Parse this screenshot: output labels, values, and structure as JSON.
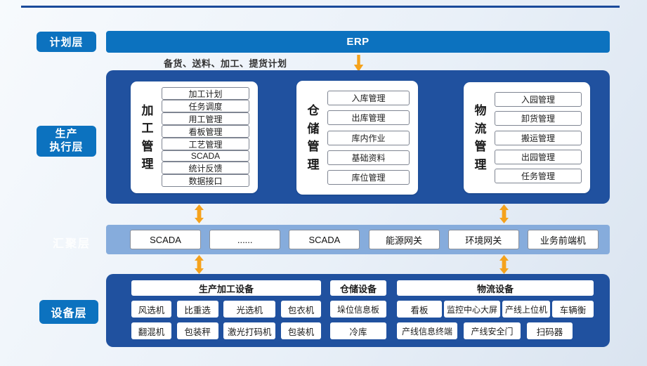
{
  "colors": {
    "accent_blue": "#0C72BF",
    "dark_blue": "#20519F",
    "strip_blue": "#86ACDC",
    "arrow_orange": "#F5A21C",
    "rule_blue": "#1A4A9A"
  },
  "layers": {
    "planning": {
      "label": "计划层",
      "erp_label": "ERP",
      "plan_text": "备货、送料、加工、提货计划"
    },
    "mes": {
      "label_line1": "生产",
      "label_line2": "执行层",
      "cards": [
        {
          "title": "加工管理",
          "items": [
            "加工计划",
            "任务调度",
            "用工管理",
            "看板管理",
            "工艺管理",
            "SCADA",
            "统计反馈",
            "数据接口"
          ]
        },
        {
          "title": "仓储管理",
          "items": [
            "入库管理",
            "出库管理",
            "库内作业",
            "基础资料",
            "库位管理"
          ]
        },
        {
          "title": "物流管理",
          "items": [
            "入园管理",
            "卸货管理",
            "搬运管理",
            "出园管理",
            "任务管理"
          ]
        }
      ]
    },
    "aggregation": {
      "label": "汇聚层",
      "items": [
        "SCADA",
        "......",
        "SCADA",
        "能源网关",
        "环境网关",
        "业务前端机"
      ]
    },
    "device": {
      "label": "设备层",
      "groups": [
        {
          "header": "生产加工设备",
          "rows": [
            [
              "风选机",
              "比重选",
              "光选机",
              "包衣机"
            ],
            [
              "翻混机",
              "包装秤",
              "激光打码机",
              "包装机"
            ]
          ]
        },
        {
          "header": "仓储设备",
          "rows": [
            [
              "垛位信息板"
            ],
            [
              "冷库"
            ]
          ]
        },
        {
          "header": "物流设备",
          "rows": [
            [
              "看板",
              "监控中心大屏",
              "产线上位机",
              "车辆衡"
            ],
            [
              "产线信息终端",
              "产线安全门",
              "扫码器"
            ]
          ]
        }
      ]
    }
  }
}
